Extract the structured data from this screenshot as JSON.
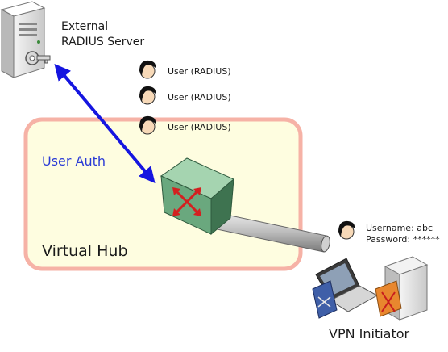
{
  "server": {
    "label_line1": "External",
    "label_line2": "RADIUS Server"
  },
  "users": [
    {
      "label": "User (RADIUS)"
    },
    {
      "label": "User (RADIUS)"
    },
    {
      "label": "User (RADIUS)"
    }
  ],
  "hub": {
    "auth_label": "User Auth",
    "name": "Virtual Hub"
  },
  "credentials": {
    "username": "Username: abc",
    "password": "Password: ******"
  },
  "initiator": {
    "label": "VPN Initiator"
  },
  "colors": {
    "auth_arrow": "#1515e0",
    "hub_fill": "#fefde0",
    "hub_border": "#f6b2a6",
    "switch_green": "#5c9c74",
    "switch_arrows": "#d42020",
    "auth_text": "#2a3bd6"
  },
  "icons": [
    "server-with-key-icon",
    "user-head-icon",
    "switch-hub-icon",
    "cable",
    "laptop-icon",
    "vpn-server-icon"
  ]
}
